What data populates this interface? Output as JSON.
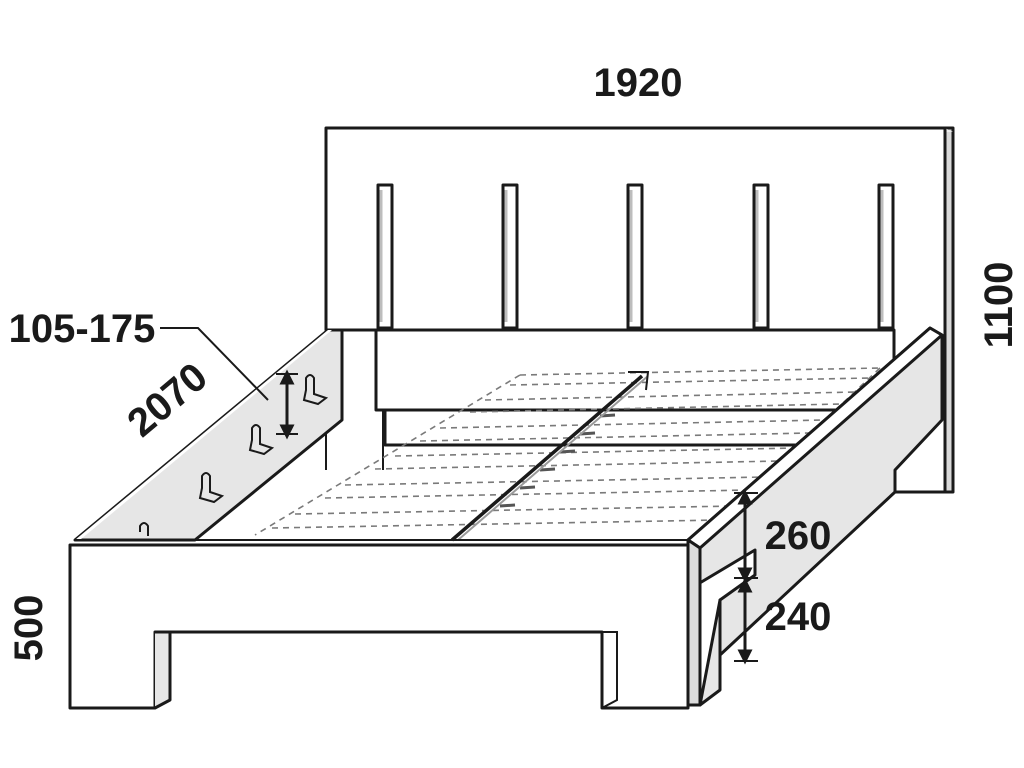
{
  "dimensions": {
    "width": "1920",
    "length": "2070",
    "headboard_height": "1100",
    "overall_height": "500",
    "rail_height": "260",
    "clearance": "240",
    "slat_depth": "105-175"
  },
  "colors": {
    "outline": "#1a1a1a",
    "panel_fill": "#ffffff",
    "shade_fill": "#e6e6e6",
    "dash": "#7a7a7a"
  }
}
